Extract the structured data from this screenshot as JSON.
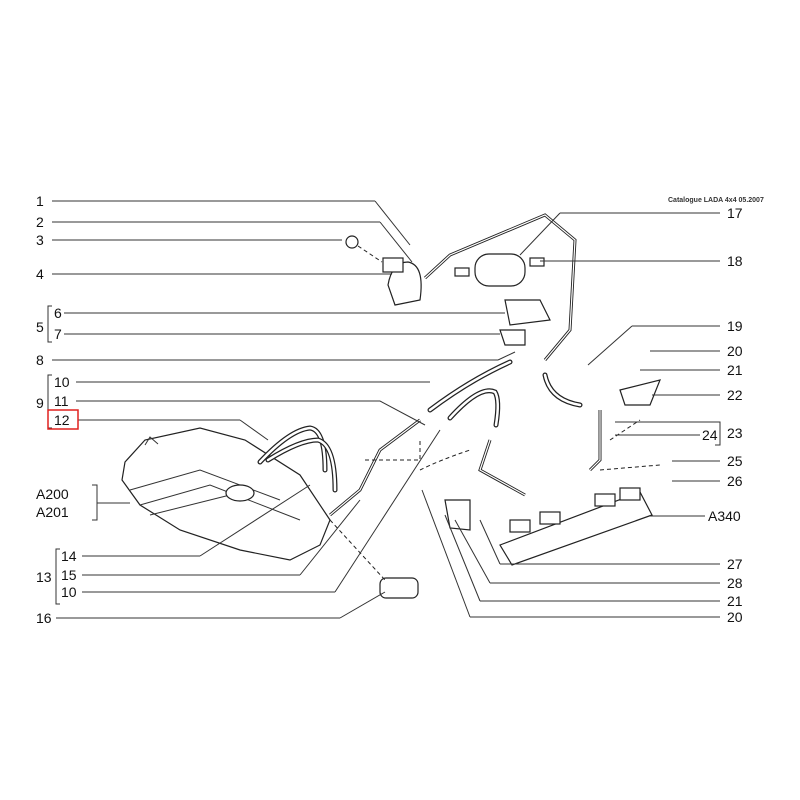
{
  "header": {
    "catalogue": "Catalogue LADA 4x4 05.2007"
  },
  "highlight_color": "#e0201e",
  "left_labels": {
    "l1": "1",
    "l2": "2",
    "l3": "3",
    "l4": "4",
    "l5": "5",
    "l6": "6",
    "l7": "7",
    "l8": "8",
    "l9": "9",
    "l10a": "10",
    "l11": "11",
    "l12": "12",
    "lA200": "A200",
    "lA201": "A201",
    "l13": "13",
    "l14": "14",
    "l15": "15",
    "l10b": "10",
    "l16": "16"
  },
  "right_labels": {
    "r17": "17",
    "r18": "18",
    "r19": "19",
    "r20a": "20",
    "r21a": "21",
    "r22": "22",
    "r23": "23",
    "r24": "24",
    "r25": "25",
    "r26": "26",
    "rA340": "A340",
    "r27": "27",
    "r28": "28",
    "r21b": "21",
    "r20b": "20"
  },
  "selected_label": "12"
}
